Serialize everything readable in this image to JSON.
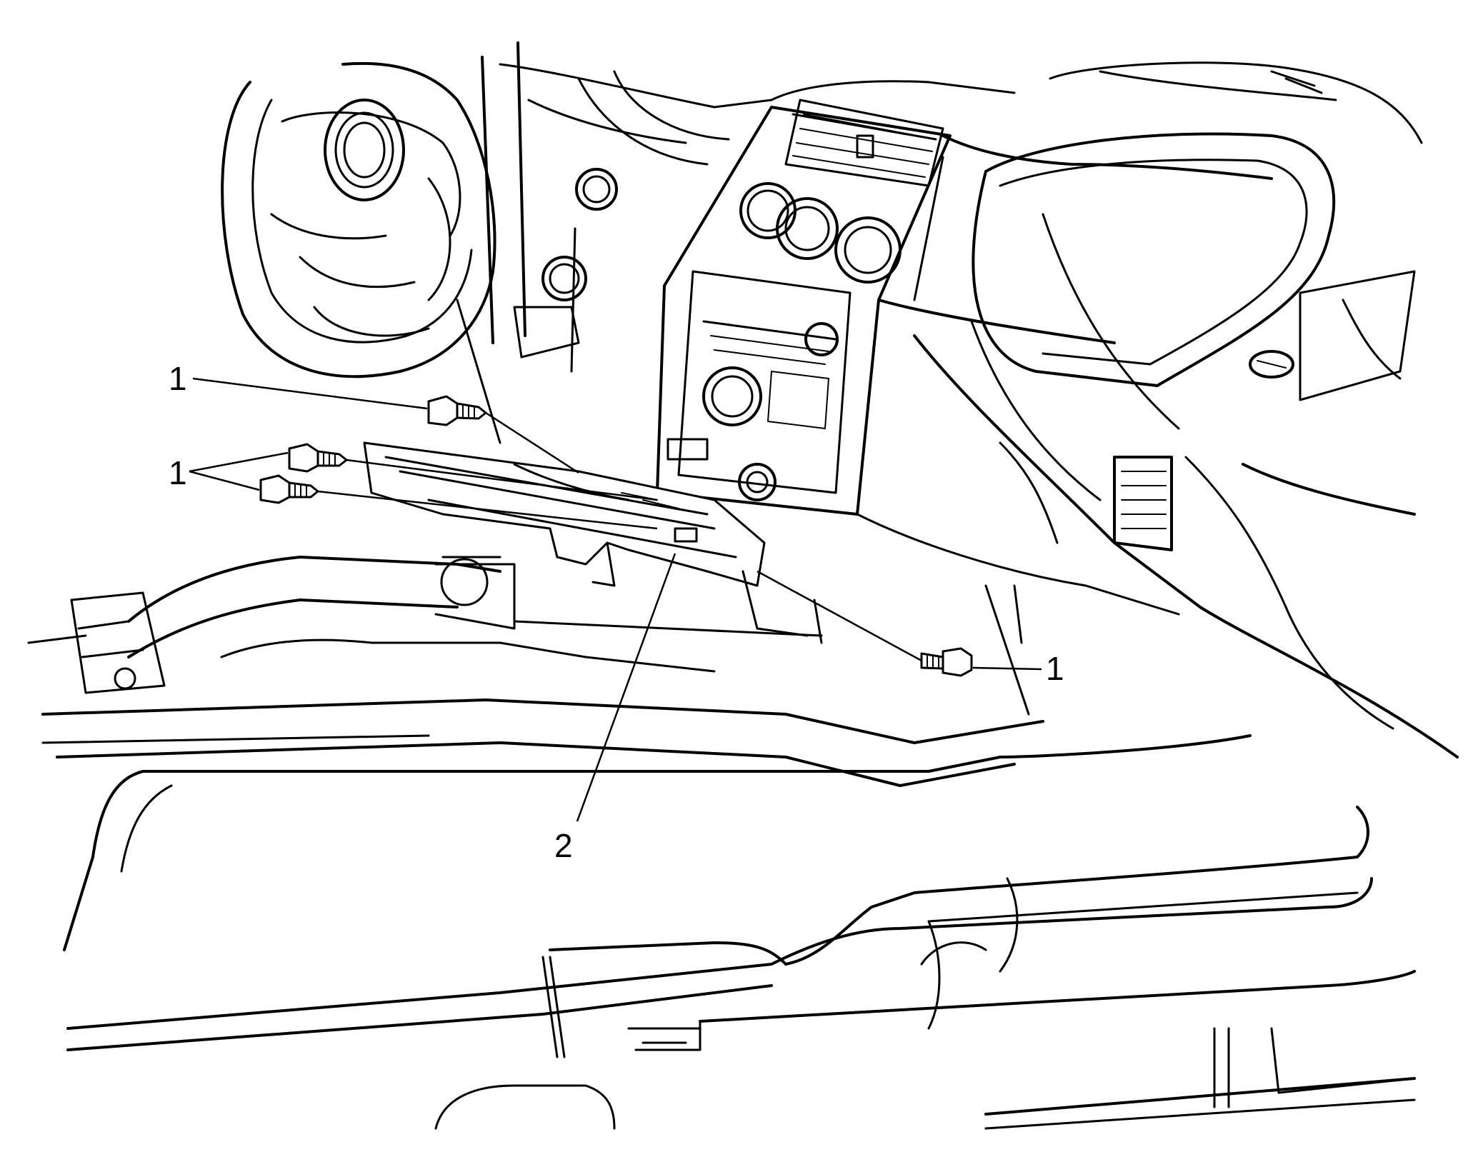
{
  "callouts": {
    "fastener_top": "1",
    "fastener_pair": "1",
    "fastener_right": "1",
    "bracket": "2"
  },
  "colors": {
    "line": "#000000",
    "background": "#ffffff"
  }
}
